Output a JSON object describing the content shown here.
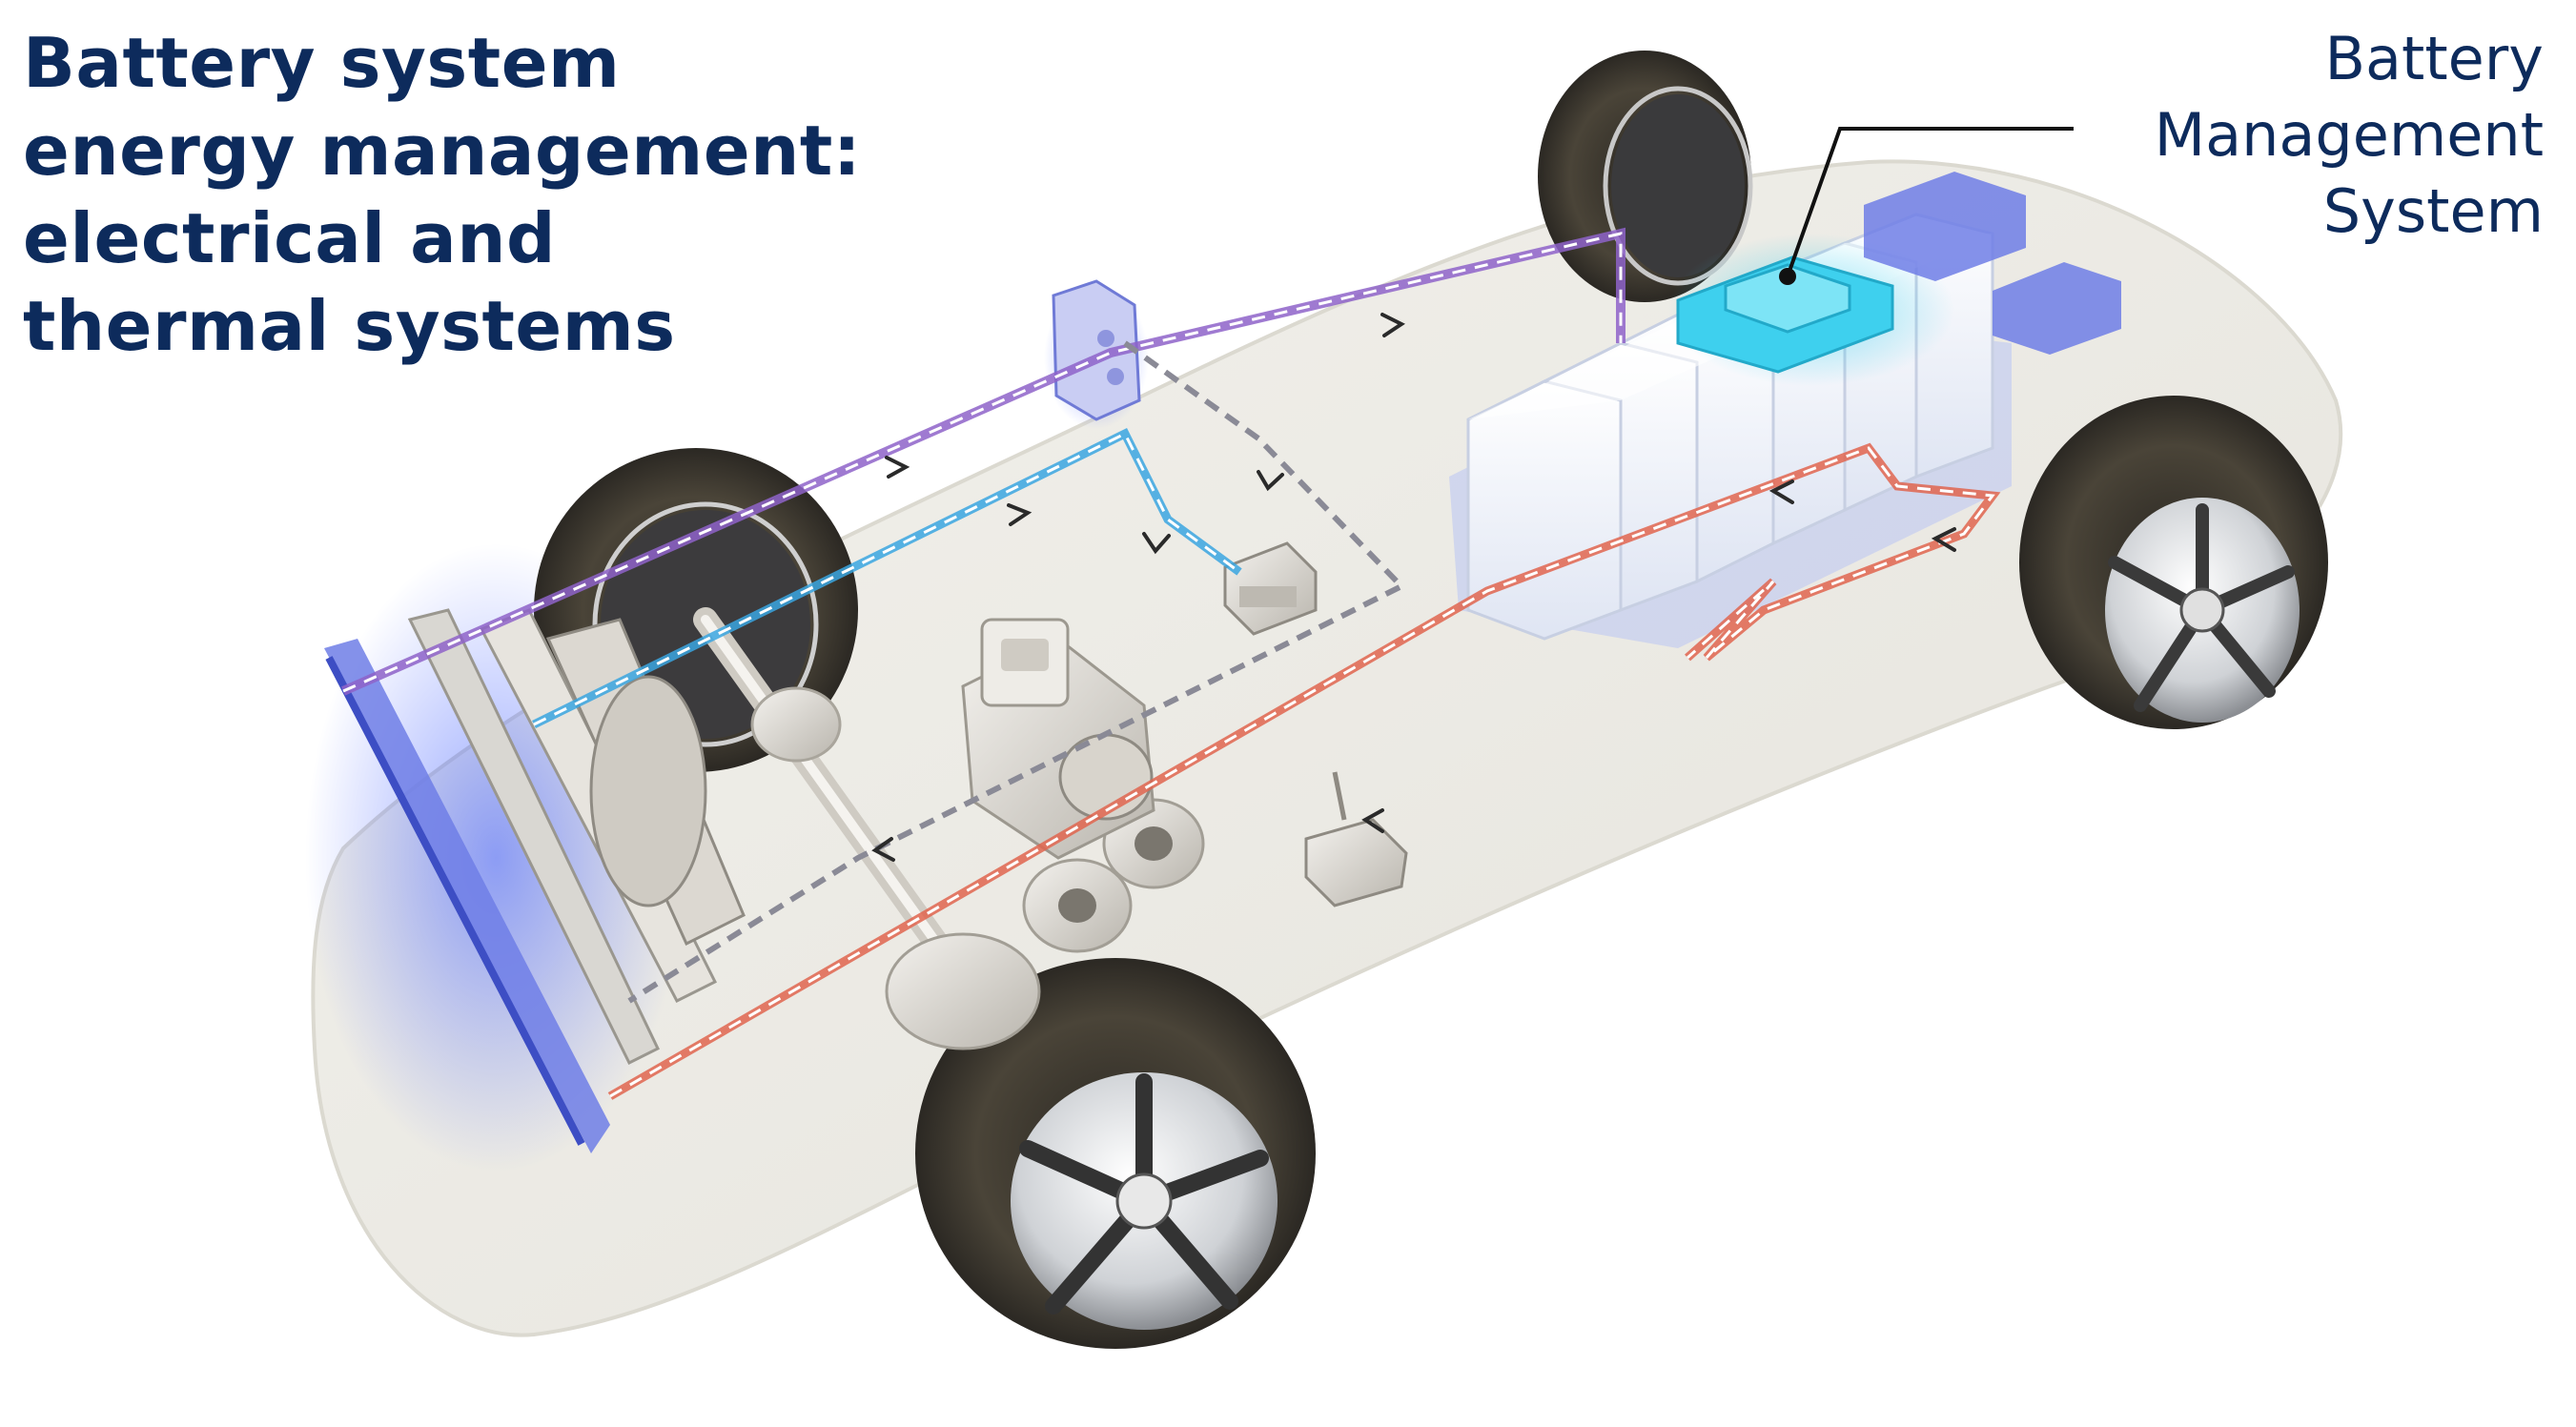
{
  "title": {
    "lines": [
      "Battery system",
      "energy management:",
      "electrical and",
      "thermal systems"
    ]
  },
  "callout": {
    "lines": [
      "Battery",
      "Management",
      "System"
    ]
  },
  "colors": {
    "title_text": "#0d2b5c",
    "electrical_line": "#8e63c9",
    "coolant_line": "#3aa6e0",
    "heat_line": "#e0654f",
    "control_line": "#8a8a96",
    "bms_highlight": "#3ed0ee",
    "radiator_glow": "#3d5bff",
    "chassis": "#ecebe4",
    "battery_pack": "#f2f5fb"
  },
  "icons": [
    "battery-pack",
    "bms-module",
    "wheel",
    "radiator",
    "motor",
    "control-unit"
  ]
}
